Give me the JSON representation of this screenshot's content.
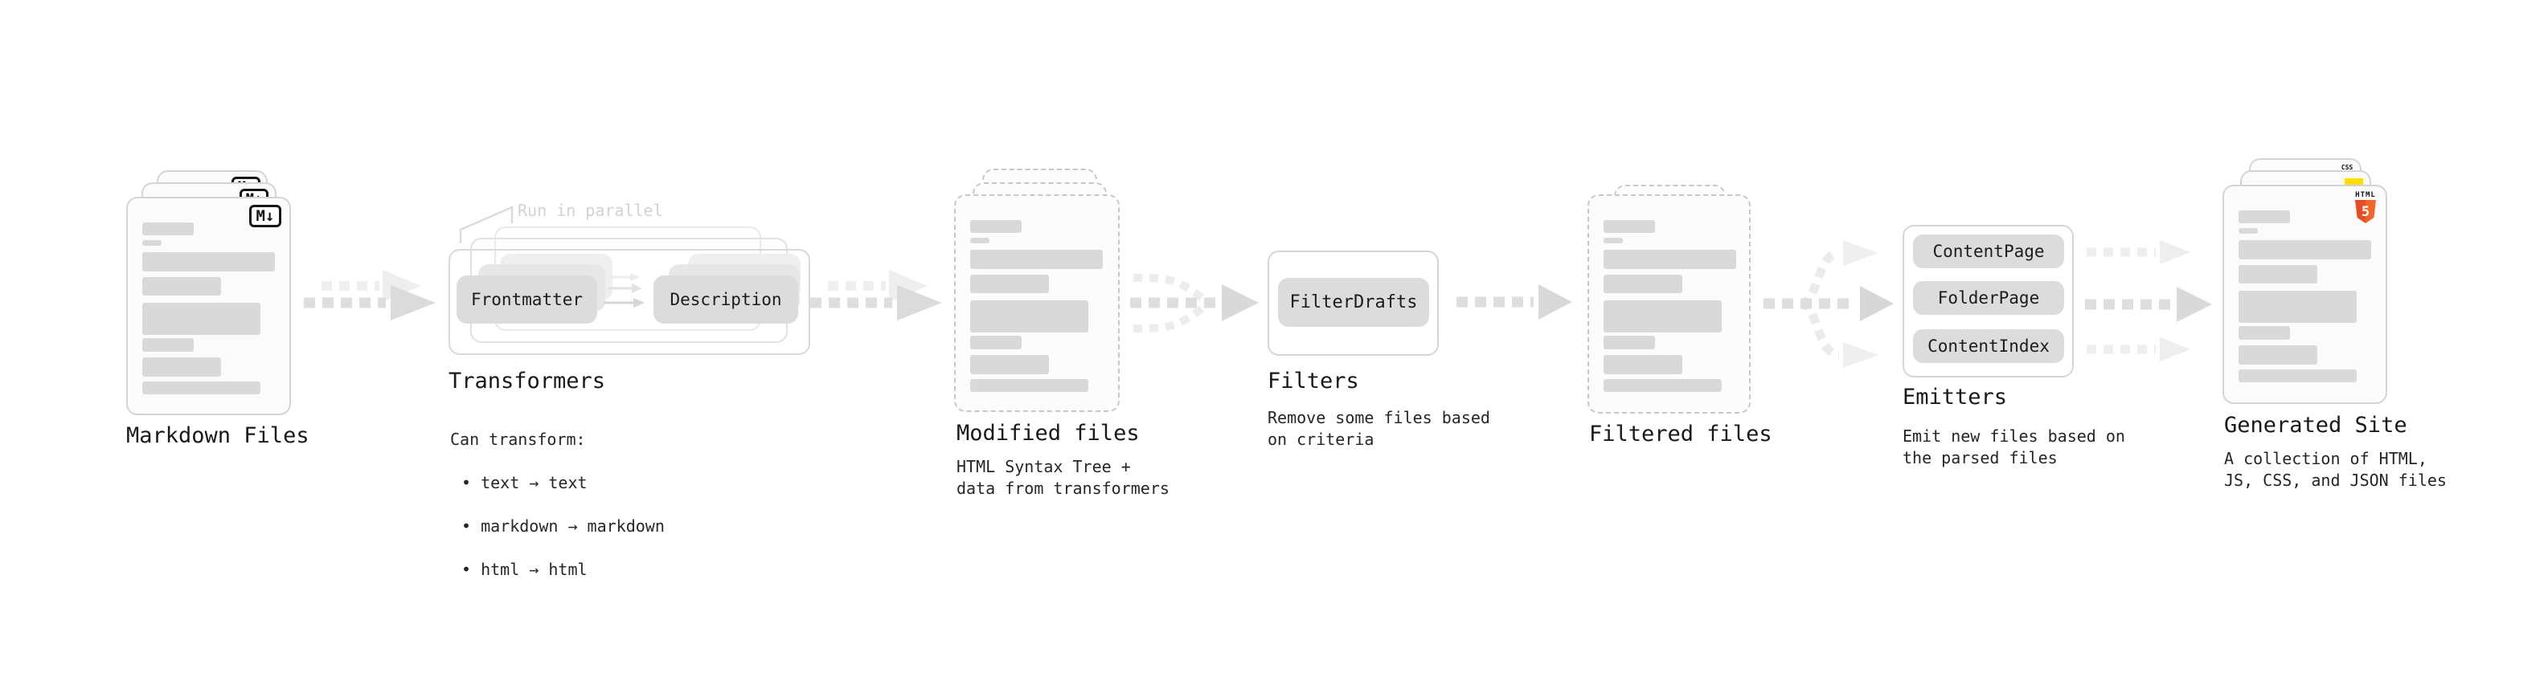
{
  "diagram": {
    "markdown_files": {
      "label": "Markdown Files",
      "badge": "M↓"
    },
    "transformers": {
      "label": "Transformers",
      "annotation": "Run in parallel",
      "pill_frontmatter": "Frontmatter",
      "pill_description": "Description",
      "note_title": "Can transform:",
      "bullets": [
        "• text → text",
        "• markdown → markdown",
        "• html → html"
      ]
    },
    "modified_files": {
      "label": "Modified files",
      "note": "HTML Syntax Tree +\ndata from transformers"
    },
    "filters": {
      "label": "Filters",
      "pill": "FilterDrafts",
      "note": "Remove some files based\non criteria"
    },
    "filtered_files": {
      "label": "Filtered files"
    },
    "emitters": {
      "label": "Emitters",
      "pills": [
        "ContentPage",
        "FolderPage",
        "ContentIndex"
      ],
      "note": "Emit new files based on\nthe parsed files"
    },
    "generated_site": {
      "label": "Generated Site",
      "note": "A collection of HTML,\nJS, CSS, and JSON files",
      "html5_badge_word": "HTML",
      "html5_badge_number": "5",
      "css_badge_word": "CSS"
    }
  },
  "colors": {
    "html5_orange": "#e44d26",
    "js_yellow": "#ffdd00",
    "css_blue": "#2965f1"
  }
}
